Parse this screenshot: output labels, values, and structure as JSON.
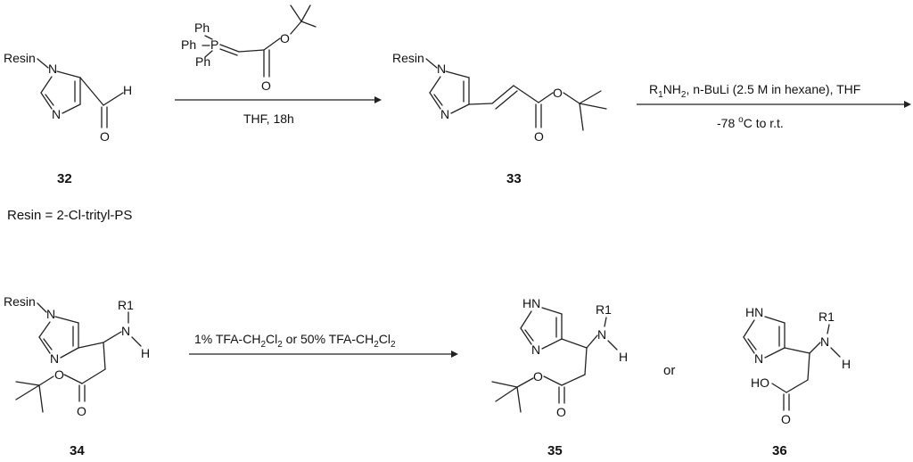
{
  "compounds": {
    "c32": {
      "number": "32"
    },
    "c33": {
      "number": "33"
    },
    "c34": {
      "number": "34"
    },
    "c35": {
      "number": "35"
    },
    "c36": {
      "number": "36"
    }
  },
  "atoms": {
    "resin": "Resin",
    "n": "N",
    "h": "H",
    "o": "O",
    "ho": "HO",
    "hn": "HN",
    "r1": "R1",
    "ph": "Ph",
    "p": "P"
  },
  "steps": {
    "step1": {
      "below": "THF, 18h"
    },
    "step2": {
      "above": {
        "p1": "R",
        "s1": "1",
        "p2": "NH",
        "s2": "2",
        "p3": ", n-BuLi (2.5 M in hexane), THF"
      },
      "below": {
        "p1": "-78 ",
        "sup": "o",
        "p2": "C to r.t."
      }
    },
    "step3": {
      "above": {
        "p1": "1% TFA-CH",
        "s1": "2",
        "p2": "Cl",
        "s2": "2",
        "p3": " or 50% TFA-CH",
        "s3": "2",
        "p4": "Cl",
        "s4": "2"
      }
    }
  },
  "resin_note": "Resin = 2-Cl-trityl-PS",
  "or_label": "or"
}
